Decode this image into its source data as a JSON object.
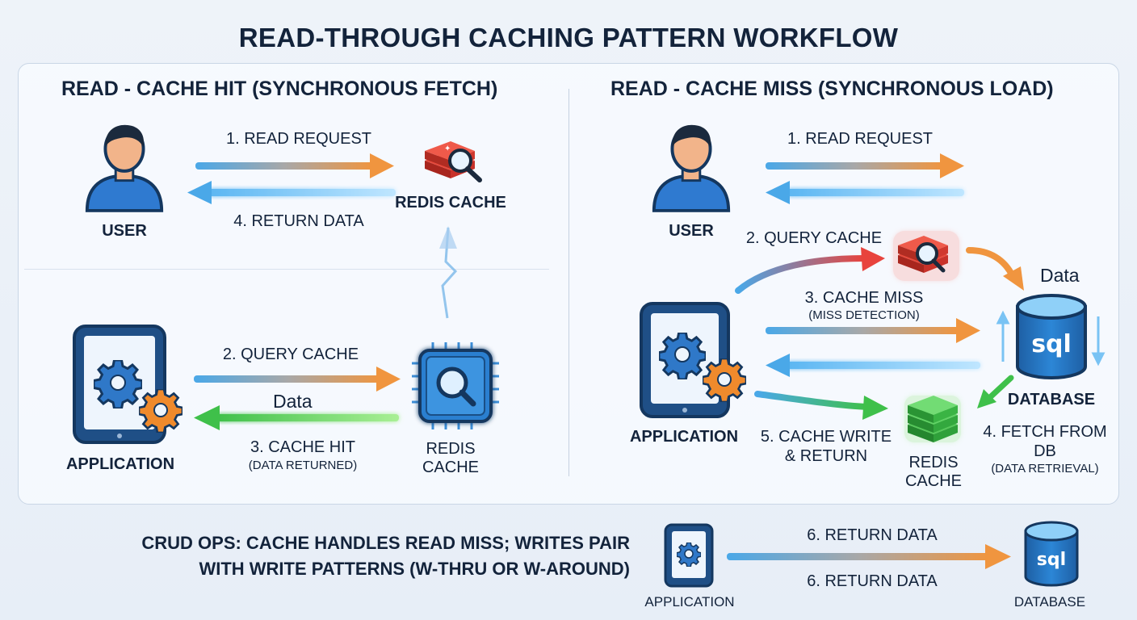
{
  "title": "READ-THROUGH CACHING PATTERN WORKFLOW",
  "left_section": {
    "title": "READ - CACHE HIT (SYNCHRONOUS FETCH)",
    "user_label": "USER",
    "redis_top_label": "REDIS CACHE",
    "step1": "1. READ REQUEST",
    "step4": "4. RETURN DATA",
    "app_label": "APPLICATION",
    "step2": "2. QUERY CACHE",
    "data_label": "Data",
    "step3": "3. CACHE HIT",
    "step3_sub": "(DATA RETURNED)",
    "redis_bottom_label_1": "REDIS",
    "redis_bottom_label_2": "CACHE"
  },
  "right_section": {
    "title": "READ - CACHE MISS (SYNCHRONOUS LOAD)",
    "user_label": "USER",
    "step1": "1. READ REQUEST",
    "step2": "2. QUERY CACHE",
    "data_label": "Data",
    "step3": "3. CACHE MISS",
    "step3_sub": "(MISS DETECTION)",
    "db_icon_text": "sql",
    "db_label": "DATABASE",
    "app_label": "APPLICATION",
    "step5_line1": "5. CACHE WRITE",
    "step5_line2": "& RETURN",
    "redis_label_1": "REDIS",
    "redis_label_2": "CACHE",
    "step4_line1": "4. FETCH FROM",
    "step4_line2": "DB",
    "step4_sub": "(DATA RETRIEVAL)"
  },
  "footer": {
    "text_line1": "CRUD OPS: CACHE HANDLES READ MISS; WRITES PAIR",
    "text_line2": "WITH WRITE PATTERNS (W-THRU OR W-AROUND)",
    "app_label": "APPLICATION",
    "return_top": "6. RETURN DATA",
    "return_bottom": "6. RETURN DATA",
    "db_icon_text": "sql",
    "db_label": "DATABASE"
  },
  "colors": {
    "orange_arrow": "#f0953f",
    "blue_arrow": "#4aa8e8",
    "green_arrow": "#3fc04a",
    "red_arrow": "#e8433d",
    "redis_red": "#d8342c",
    "redis_green": "#36b24a",
    "tablet_blue": "#1f5f9e",
    "gear_blue": "#2f78c8",
    "gear_orange": "#ef8a2c",
    "db_blue": "#1e6fb8"
  }
}
